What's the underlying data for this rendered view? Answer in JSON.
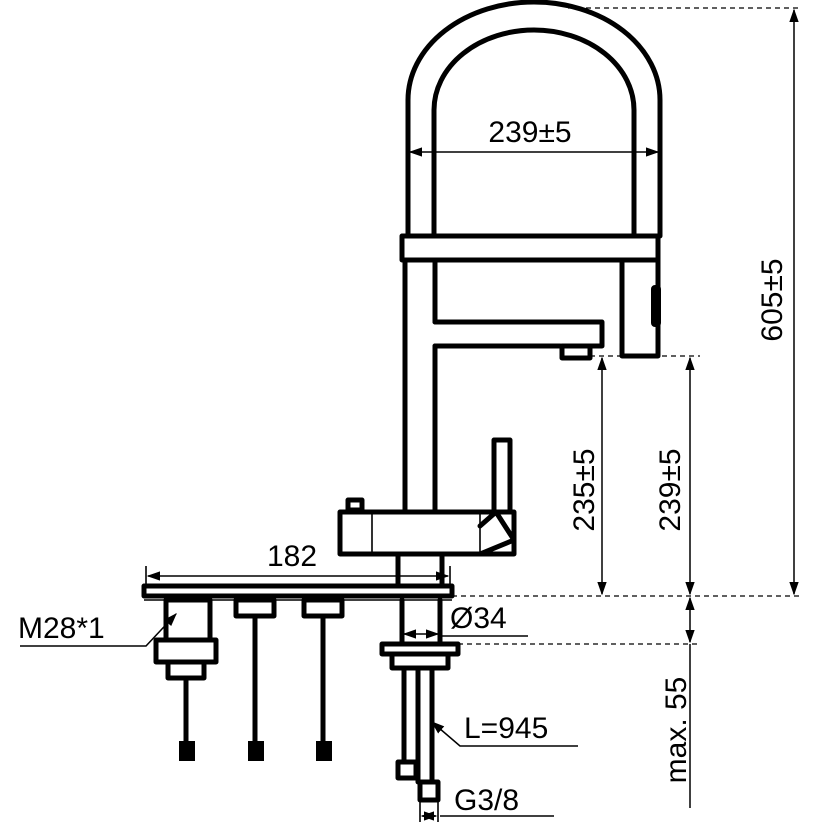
{
  "dimensions": {
    "spout_width": "239±5",
    "total_height": "605±5",
    "outlet_height_left": "235±5",
    "outlet_height_right": "239±5",
    "base_width": "182",
    "thread": "M28*1",
    "shank_diameter": "Ø34",
    "max_thickness": "max. 55",
    "hose_length": "L=945",
    "connector": "G3/8"
  },
  "colors": {
    "line": "#000000",
    "background": "#ffffff"
  }
}
